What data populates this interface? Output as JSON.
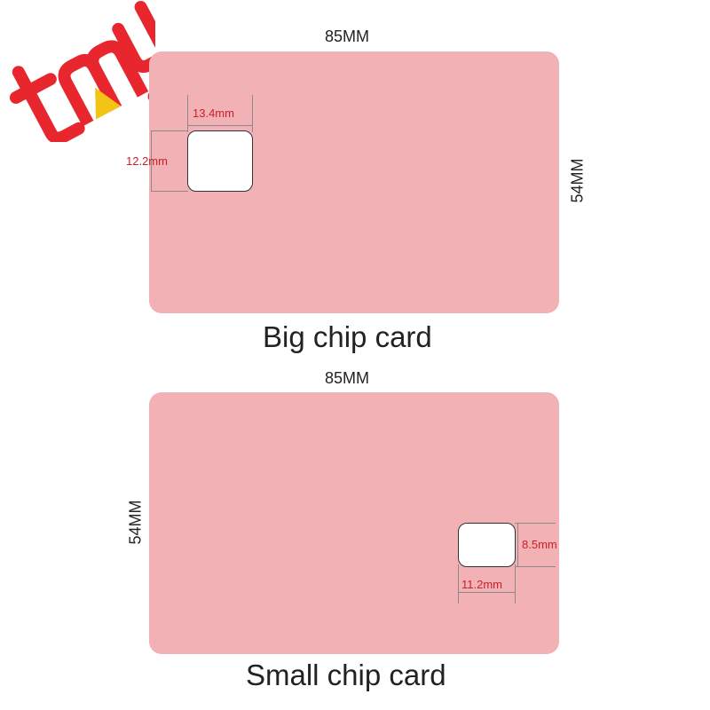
{
  "logo": {
    "alt": "brand logo",
    "colors": {
      "primary": "#e8262d",
      "accent": "#f3c316"
    }
  },
  "colors": {
    "card": "#f2b1b4",
    "dimension_text": "#c8212b",
    "label_text": "#222222"
  },
  "big_card": {
    "width_label": "85MM",
    "height_label": "54MM",
    "chip_width_label": "13.4mm",
    "chip_height_label": "12.2mm",
    "caption": "Big chip card"
  },
  "small_card": {
    "width_label": "85MM",
    "height_label": "54MM",
    "chip_width_label": "11.2mm",
    "chip_height_label": "8.5mm",
    "caption": "Small chip card"
  }
}
